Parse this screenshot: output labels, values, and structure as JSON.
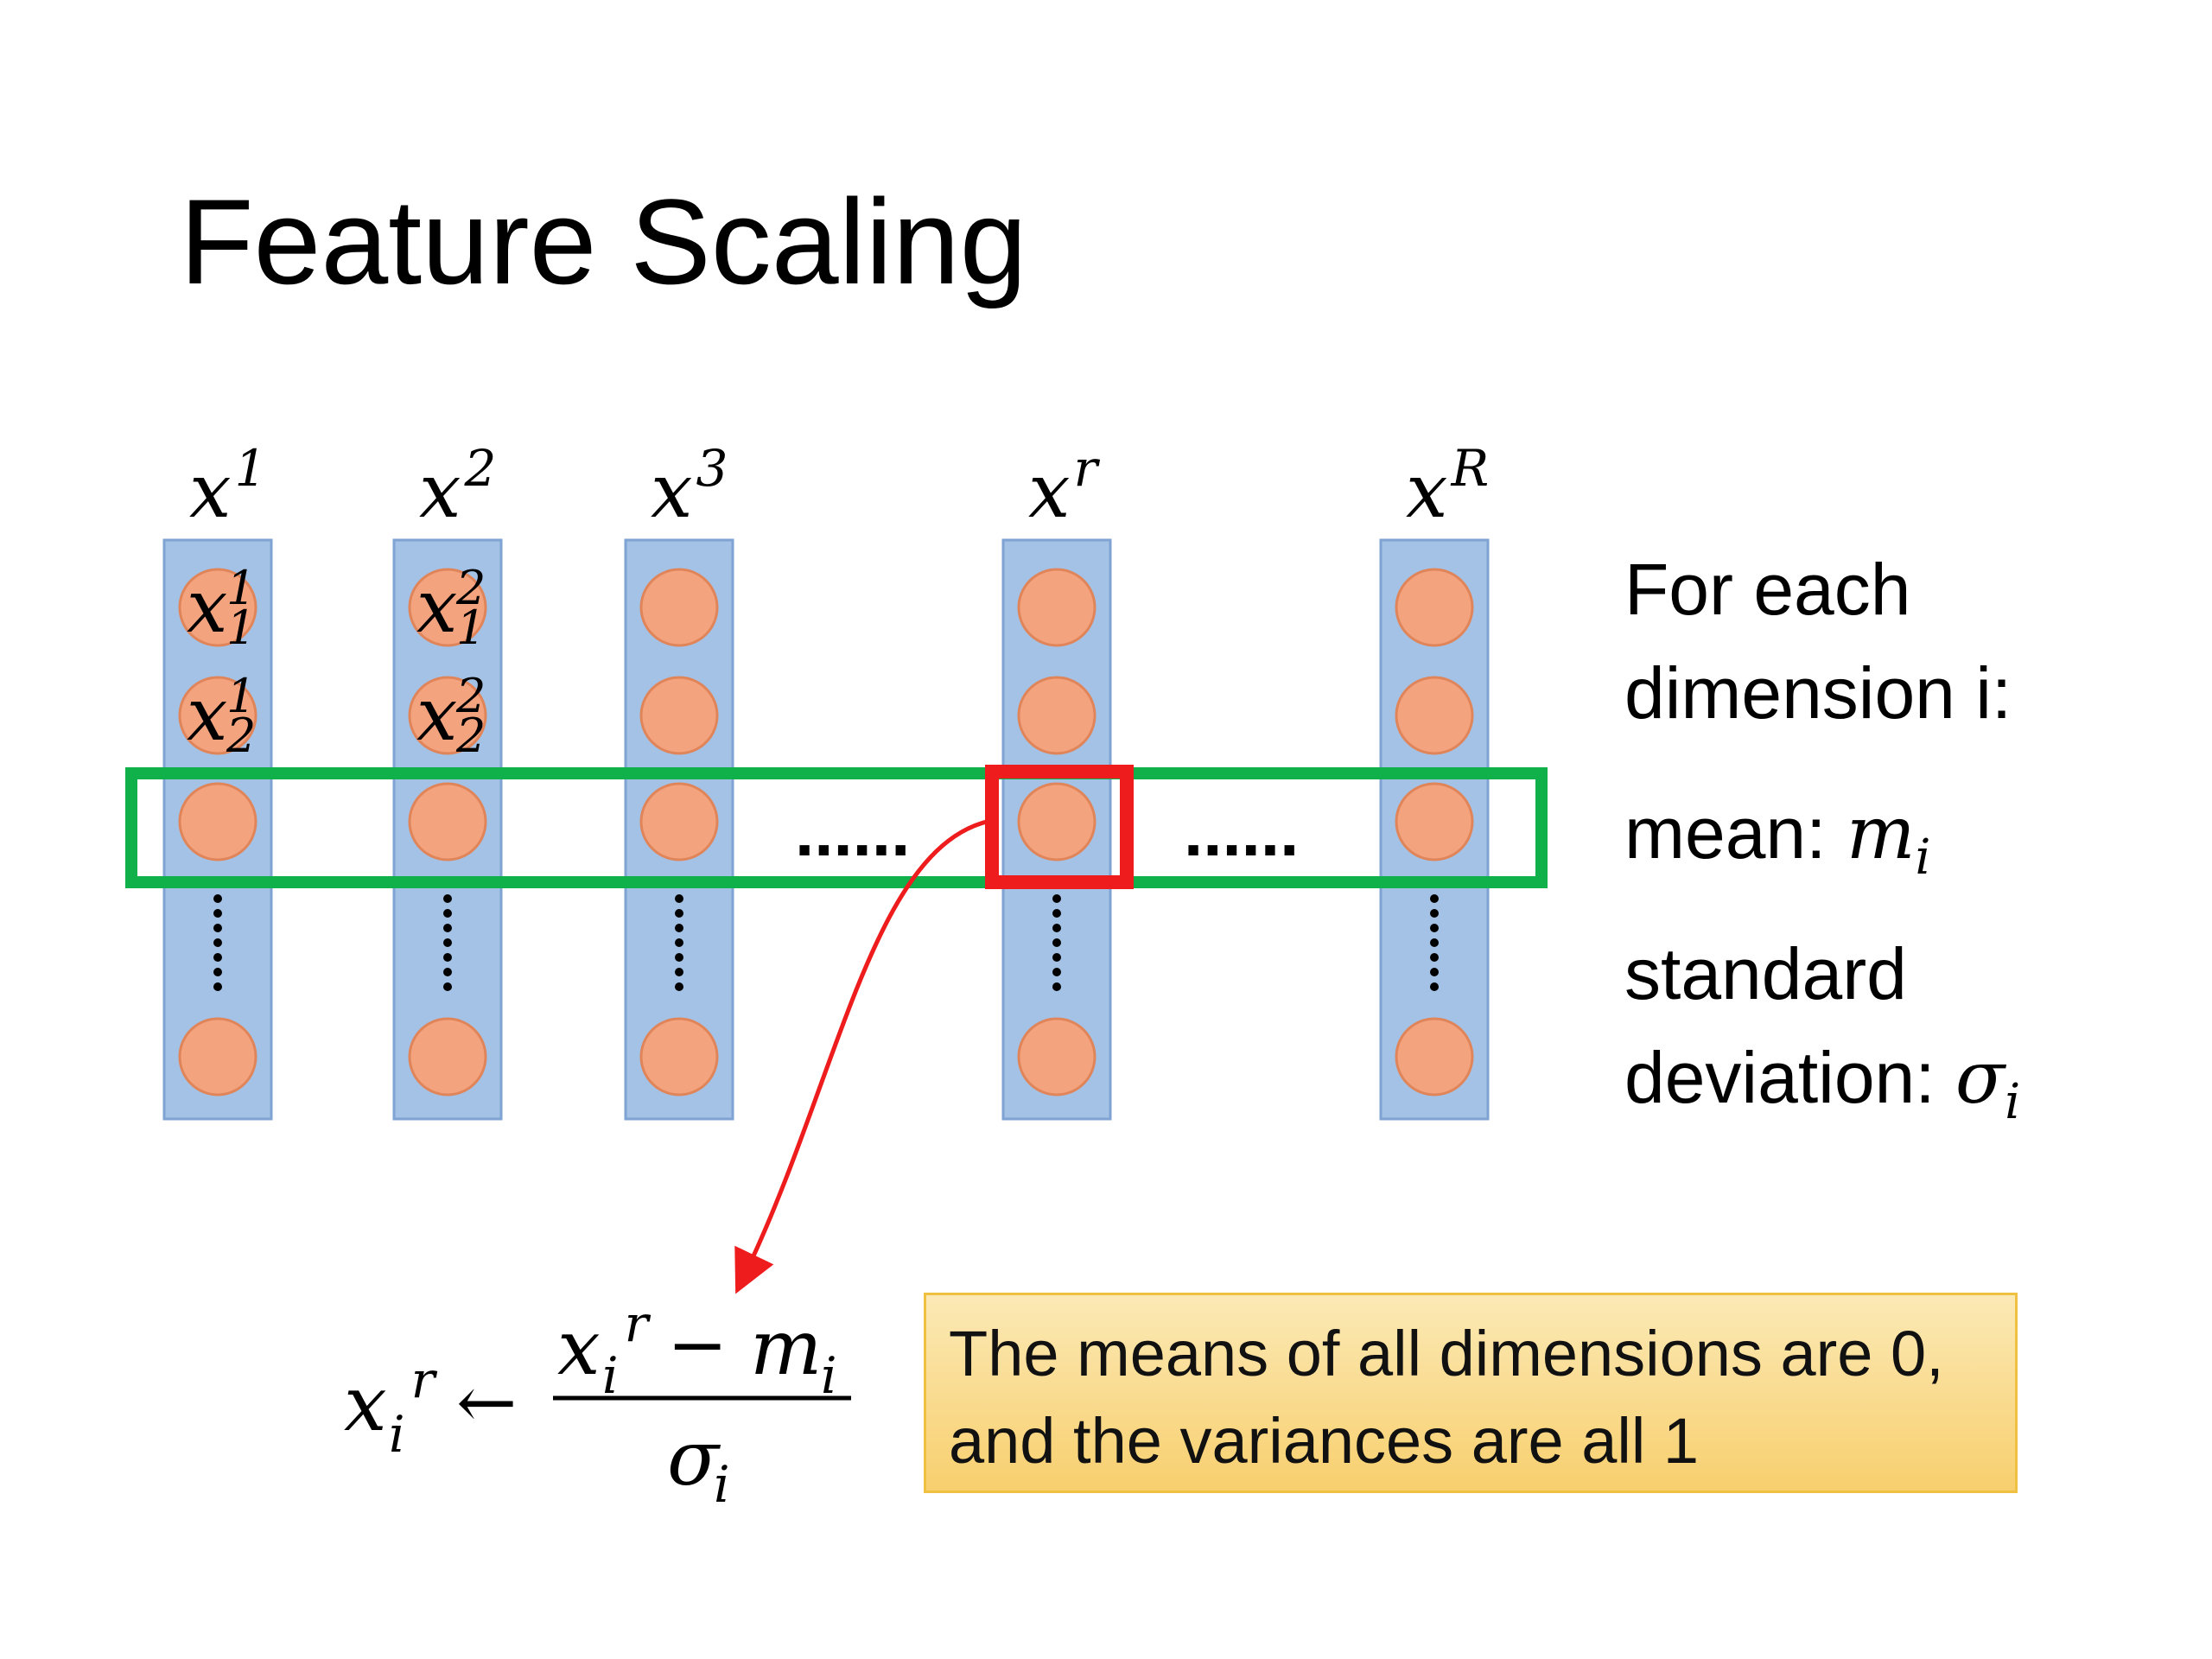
{
  "slide": {
    "title": "Feature Scaling",
    "columns": [
      {
        "base": "x",
        "sup": "1",
        "top_labels": [
          {
            "base": "x",
            "sub": "1",
            "sup": "1"
          },
          {
            "base": "x",
            "sub": "2",
            "sup": "1"
          }
        ]
      },
      {
        "base": "x",
        "sup": "2",
        "top_labels": [
          {
            "base": "x",
            "sub": "1",
            "sup": "2"
          },
          {
            "base": "x",
            "sub": "2",
            "sup": "2"
          }
        ]
      },
      {
        "base": "x",
        "sup": "3",
        "top_labels": []
      },
      {
        "base": "x",
        "sup": "r",
        "top_labels": []
      },
      {
        "base": "x",
        "sup": "R",
        "top_labels": []
      }
    ],
    "row_ellipsis": "......",
    "side_text": {
      "line1": "For each",
      "line2": "dimension i:",
      "mean_label": "mean: ",
      "mean_symbol": "m",
      "mean_sub": "i",
      "std_line1": "standard",
      "std_label": "deviation: ",
      "std_symbol": "σ",
      "std_sub": "i"
    },
    "formula": {
      "lhs_base": "x",
      "lhs_sub": "i",
      "lhs_sup": "r",
      "arrow": "←",
      "num_base": "x",
      "num_sub": "i",
      "num_sup": "r",
      "minus": "−",
      "num_m": "m",
      "num_m_sub": "i",
      "den": "σ",
      "den_sub": "i"
    },
    "callout": {
      "line1": "The means of all dimensions are 0,",
      "line2": "and the variances are all 1"
    },
    "colors": {
      "column_fill": "#a4c2e6",
      "column_stroke": "#7fa3d2",
      "node_fill": "#f4a37f",
      "node_stroke": "#e0855a",
      "highlight_row": "#10b04a",
      "highlight_cell": "#ee1c1c",
      "arrow": "#ee1c1c",
      "callout_fill": "#f9d77e",
      "callout_border": "#f0c040"
    }
  }
}
